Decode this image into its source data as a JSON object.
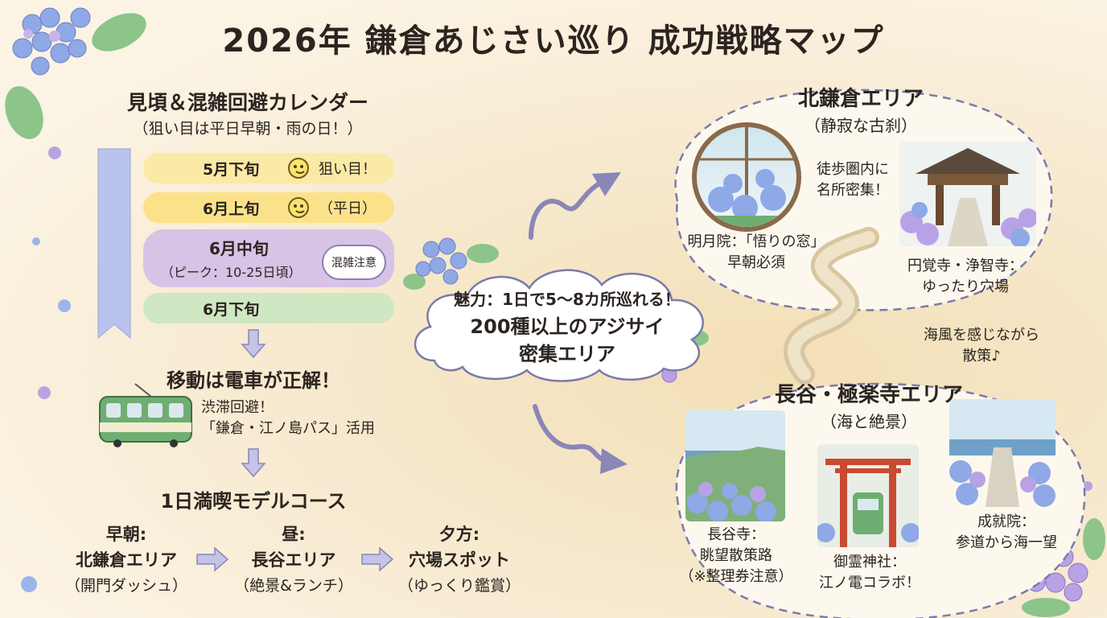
{
  "title": "2026年 鎌倉あじさい巡り 成功戦略マップ",
  "calendar": {
    "heading": "見頃＆混雑回避カレンダー",
    "subheading": "（狙い目は平日早朝・雨の日！）",
    "rows": [
      {
        "label": "5月下旬",
        "note": "狙い目！",
        "color": "#fbe9a6"
      },
      {
        "label": "6月上旬",
        "note": "（平日）",
        "color": "#fbe28a"
      },
      {
        "label": "6月中旬",
        "note": "（ピーク：10-25日頃）",
        "color": "#d7c3e6",
        "badge": "混雑注意"
      },
      {
        "label": "6月下旬",
        "note": "",
        "color": "#cfe7c3"
      }
    ]
  },
  "transport": {
    "heading": "移動は電車が正解！",
    "line1": "渋滞回避！",
    "line2": "「鎌倉・江ノ島パス」活用"
  },
  "course": {
    "heading": "1日満喫モデルコース",
    "steps": [
      {
        "time": "早朝:",
        "place": "北鎌倉エリア",
        "note": "（開門ダッシュ）"
      },
      {
        "time": "昼:",
        "place": "長谷エリア",
        "note": "（絶景&ランチ）"
      },
      {
        "time": "夕方:",
        "place": "穴場スポット",
        "note": "（ゆっくり鑑賞）"
      }
    ]
  },
  "center": {
    "line1": "魅力：1日で5〜8カ所巡れる！",
    "line2": "200種以上のアジサイ",
    "line3": "密集エリア"
  },
  "kita": {
    "title": "北鎌倉エリア",
    "subtitle": "（静寂な古刹）",
    "meigetsuin_1": "明月院：「悟りの窓」",
    "meigetsuin_2": "早朝必須",
    "walk_1": "徒歩圏内に",
    "walk_2": "名所密集！",
    "engaku_1": "円覚寺・浄智寺：",
    "engaku_2": "ゆったり穴場"
  },
  "path_note": {
    "line1": "海風を感じながら",
    "line2": "散策♪"
  },
  "hase": {
    "title": "長谷・極楽寺エリア",
    "subtitle": "（海と絶景）",
    "hasedera_1": "長谷寺：",
    "hasedera_2": "眺望散策路",
    "hasedera_3": "（※整理券注意）",
    "goryo_1": "御霊神社：",
    "goryo_2": "江ノ電コラボ！",
    "jojuin_1": "成就院：",
    "jojuin_2": "参道から海一望"
  },
  "colors": {
    "hydrangea_blue": "#7f9ee0",
    "hydrangea_purple": "#a88fd6",
    "arrow": "#8a86b8",
    "cloud_border": "#7d7aa8"
  }
}
